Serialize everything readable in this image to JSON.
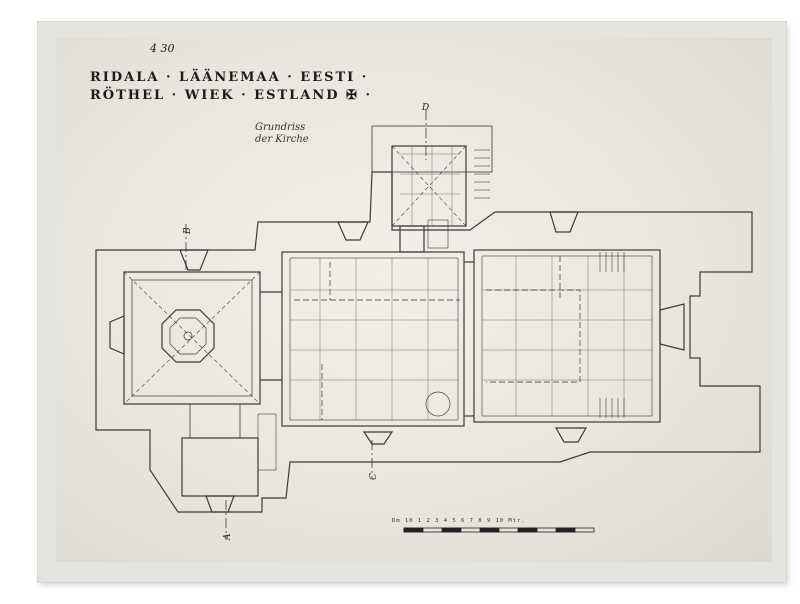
{
  "sheet": {
    "number": "4 30",
    "title_line_1": "RIDALA · LÄÄNEMAA · EESTI ·",
    "title_line_2": "RÖTHEL · WIEK · ESTLAND ✠ ·",
    "caption": "Grundriss der Kirche",
    "scale_label": "Dm 10  1  2  3  4  5  6  7  8  9  10 Mtr."
  },
  "plan": {
    "section_marks": [
      "D",
      "B",
      "C",
      "A"
    ]
  }
}
